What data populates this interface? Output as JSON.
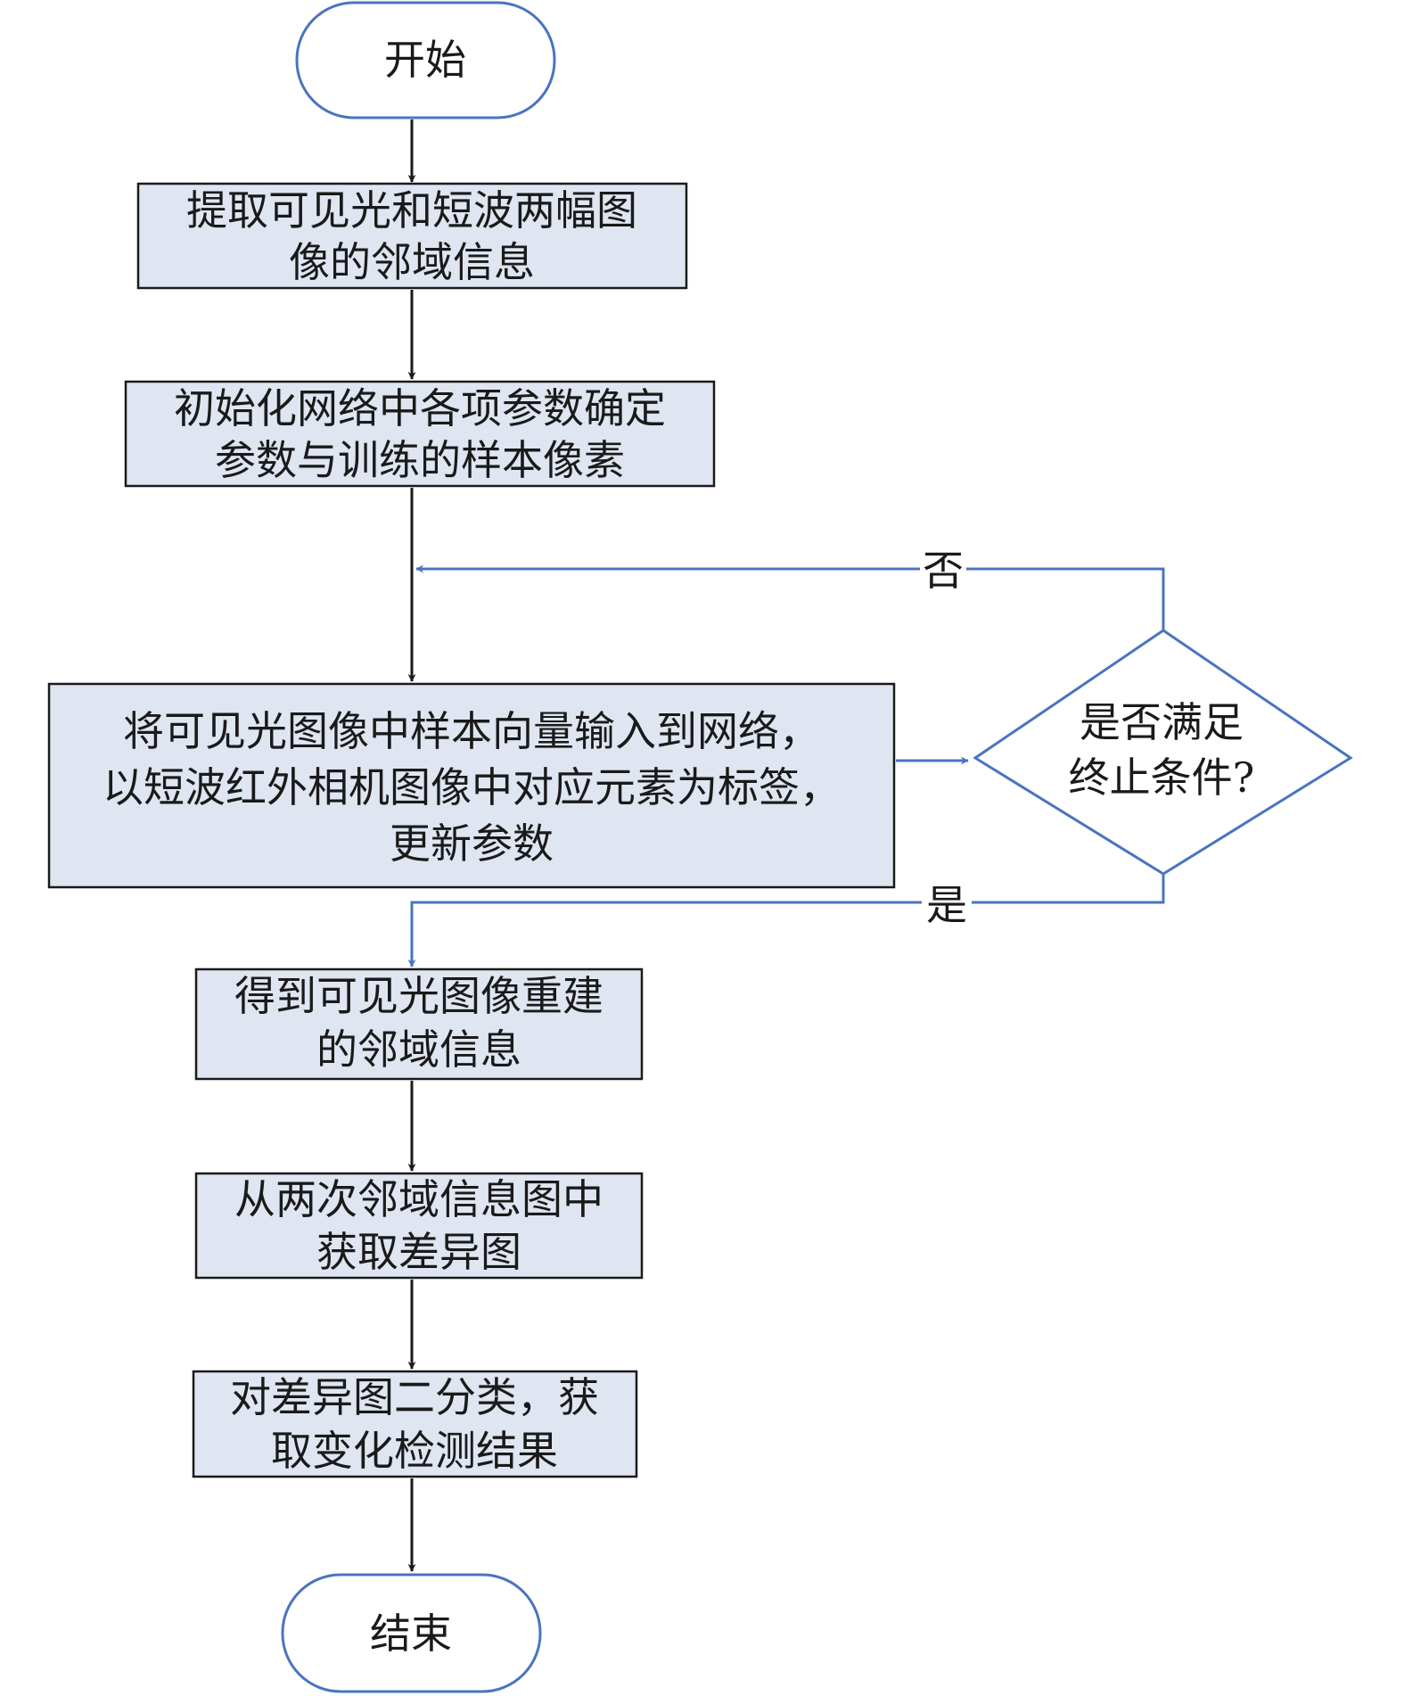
{
  "diagram": {
    "start": "开始",
    "end": "结束",
    "steps": [
      [
        "提取可见光和短波两幅图",
        "像的邻域信息"
      ],
      [
        "初始化网络中各项参数确定",
        "参数与训练的样本像素"
      ],
      [
        "将可见光图像中样本向量输入到网络，",
        "以短波红外相机图像中对应元素为标签，",
        "更新参数"
      ],
      [
        "得到可见光图像重建",
        "的邻域信息"
      ],
      [
        "从两次邻域信息图中",
        "获取差异图"
      ],
      [
        "对差异图二分类，获",
        "取变化检测结果"
      ]
    ],
    "decision": [
      "是否满足",
      "终止条件?"
    ],
    "edge_labels": {
      "no": "否",
      "yes": "是"
    },
    "colors": {
      "process_fill": "#dfe5f1",
      "terminal_stroke": "#4a74bf",
      "loop_edge": "#4a74bf",
      "main_edge": "#1a1a1a"
    }
  }
}
